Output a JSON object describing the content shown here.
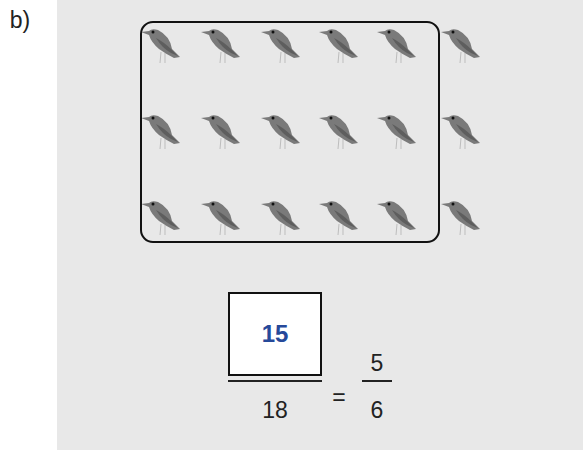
{
  "diagram": {
    "nodes": [
      {
        "text": [
          "15"
        ]
      }
    ],
    "labels": [
      "b)",
      "18",
      "=",
      "5",
      "6"
    ]
  }
}
